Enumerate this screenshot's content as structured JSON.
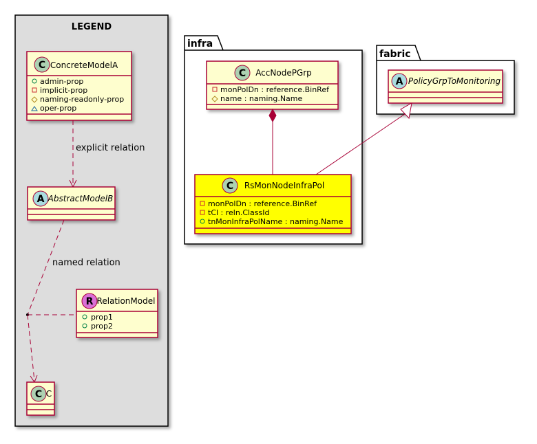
{
  "legend": {
    "title": "LEGEND",
    "concrete": {
      "name": "ConcreteModelA",
      "badge": "C",
      "attrs": [
        "admin-prop",
        "implicit-prop",
        "naming-readonly-prop",
        "oper-prop"
      ]
    },
    "abstract": {
      "name": "AbstractModelB",
      "badge": "A"
    },
    "relation_model": {
      "name": "RelationModel",
      "badge": "R",
      "attrs": [
        "prop1",
        "prop2"
      ]
    },
    "c_class": {
      "name": "C",
      "badge": "C"
    },
    "explicit_relation": "explicit relation",
    "named_relation": "named relation"
  },
  "infra": {
    "name": "infra",
    "acc": {
      "name": "AccNodePGrp",
      "badge": "C",
      "attrs": [
        "monPolDn : reference.BinRef",
        "name : naming.Name"
      ]
    },
    "rs": {
      "name": "RsMonNodeInfraPol",
      "badge": "C",
      "attrs": [
        "monPolDn : reference.BinRef",
        "tCl : reln.ClassId",
        "tnMonInfraPolName : naming.Name"
      ]
    }
  },
  "fabric": {
    "name": "fabric",
    "policy": {
      "name": "PolicyGrpToMonitoring",
      "badge": "A"
    }
  },
  "colors": {
    "border": "#A80036",
    "class_fill": "#FEFECE",
    "highlight_fill": "#FFFF00",
    "legend_fill": "#DDDDDD",
    "badge_c": "#ADD1B2",
    "badge_a": "#A9DCDF",
    "badge_r": "#DA70D6"
  }
}
